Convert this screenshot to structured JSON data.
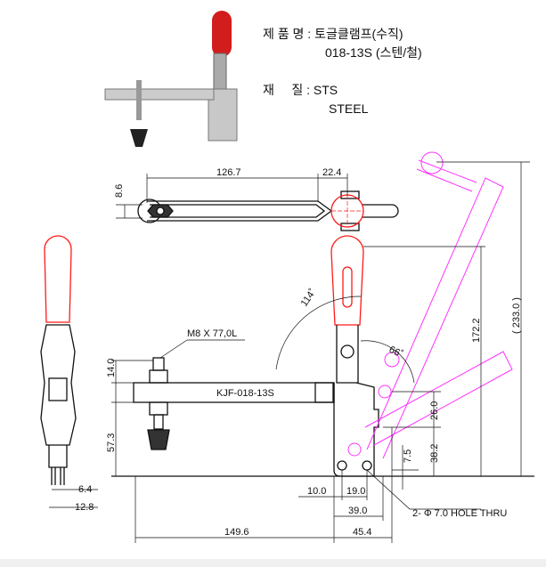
{
  "info": {
    "name_label": "제 품 명 :",
    "name_value": "토글클램프(수직)",
    "model": "018-13S (스텐/철)",
    "material_label": "재     질 :",
    "material_1": "STS",
    "material_2": "STEEL"
  },
  "drawing": {
    "part_label": "KJF-018-13S",
    "bolt_label": "M8 X 77,0L",
    "hole_label": "2- Φ 7.0  HOLE THRU",
    "angles": {
      "open": "114˚",
      "closed": "66˚"
    },
    "dims": {
      "arm_length": "126.7",
      "handle_offset": "22.4",
      "arm_width": "8.6",
      "bolt_height": "14.0",
      "arm_height": "57.3",
      "total_length": "149.6",
      "base_length": "45.4",
      "base_width": "39.0",
      "hole_offset": "10.0",
      "hole_pitch": "19.0",
      "hole_height": "7.5",
      "pivot_height": "38.2",
      "pivot_spacing": "26.0",
      "handle_height": "172.2",
      "open_height": "( 233.0 )",
      "side_gap": "6.4",
      "side_width": "12.8"
    },
    "colors": {
      "handle": "#ff1a1a",
      "open_position": "#ff33ff",
      "line": "#111111"
    }
  }
}
